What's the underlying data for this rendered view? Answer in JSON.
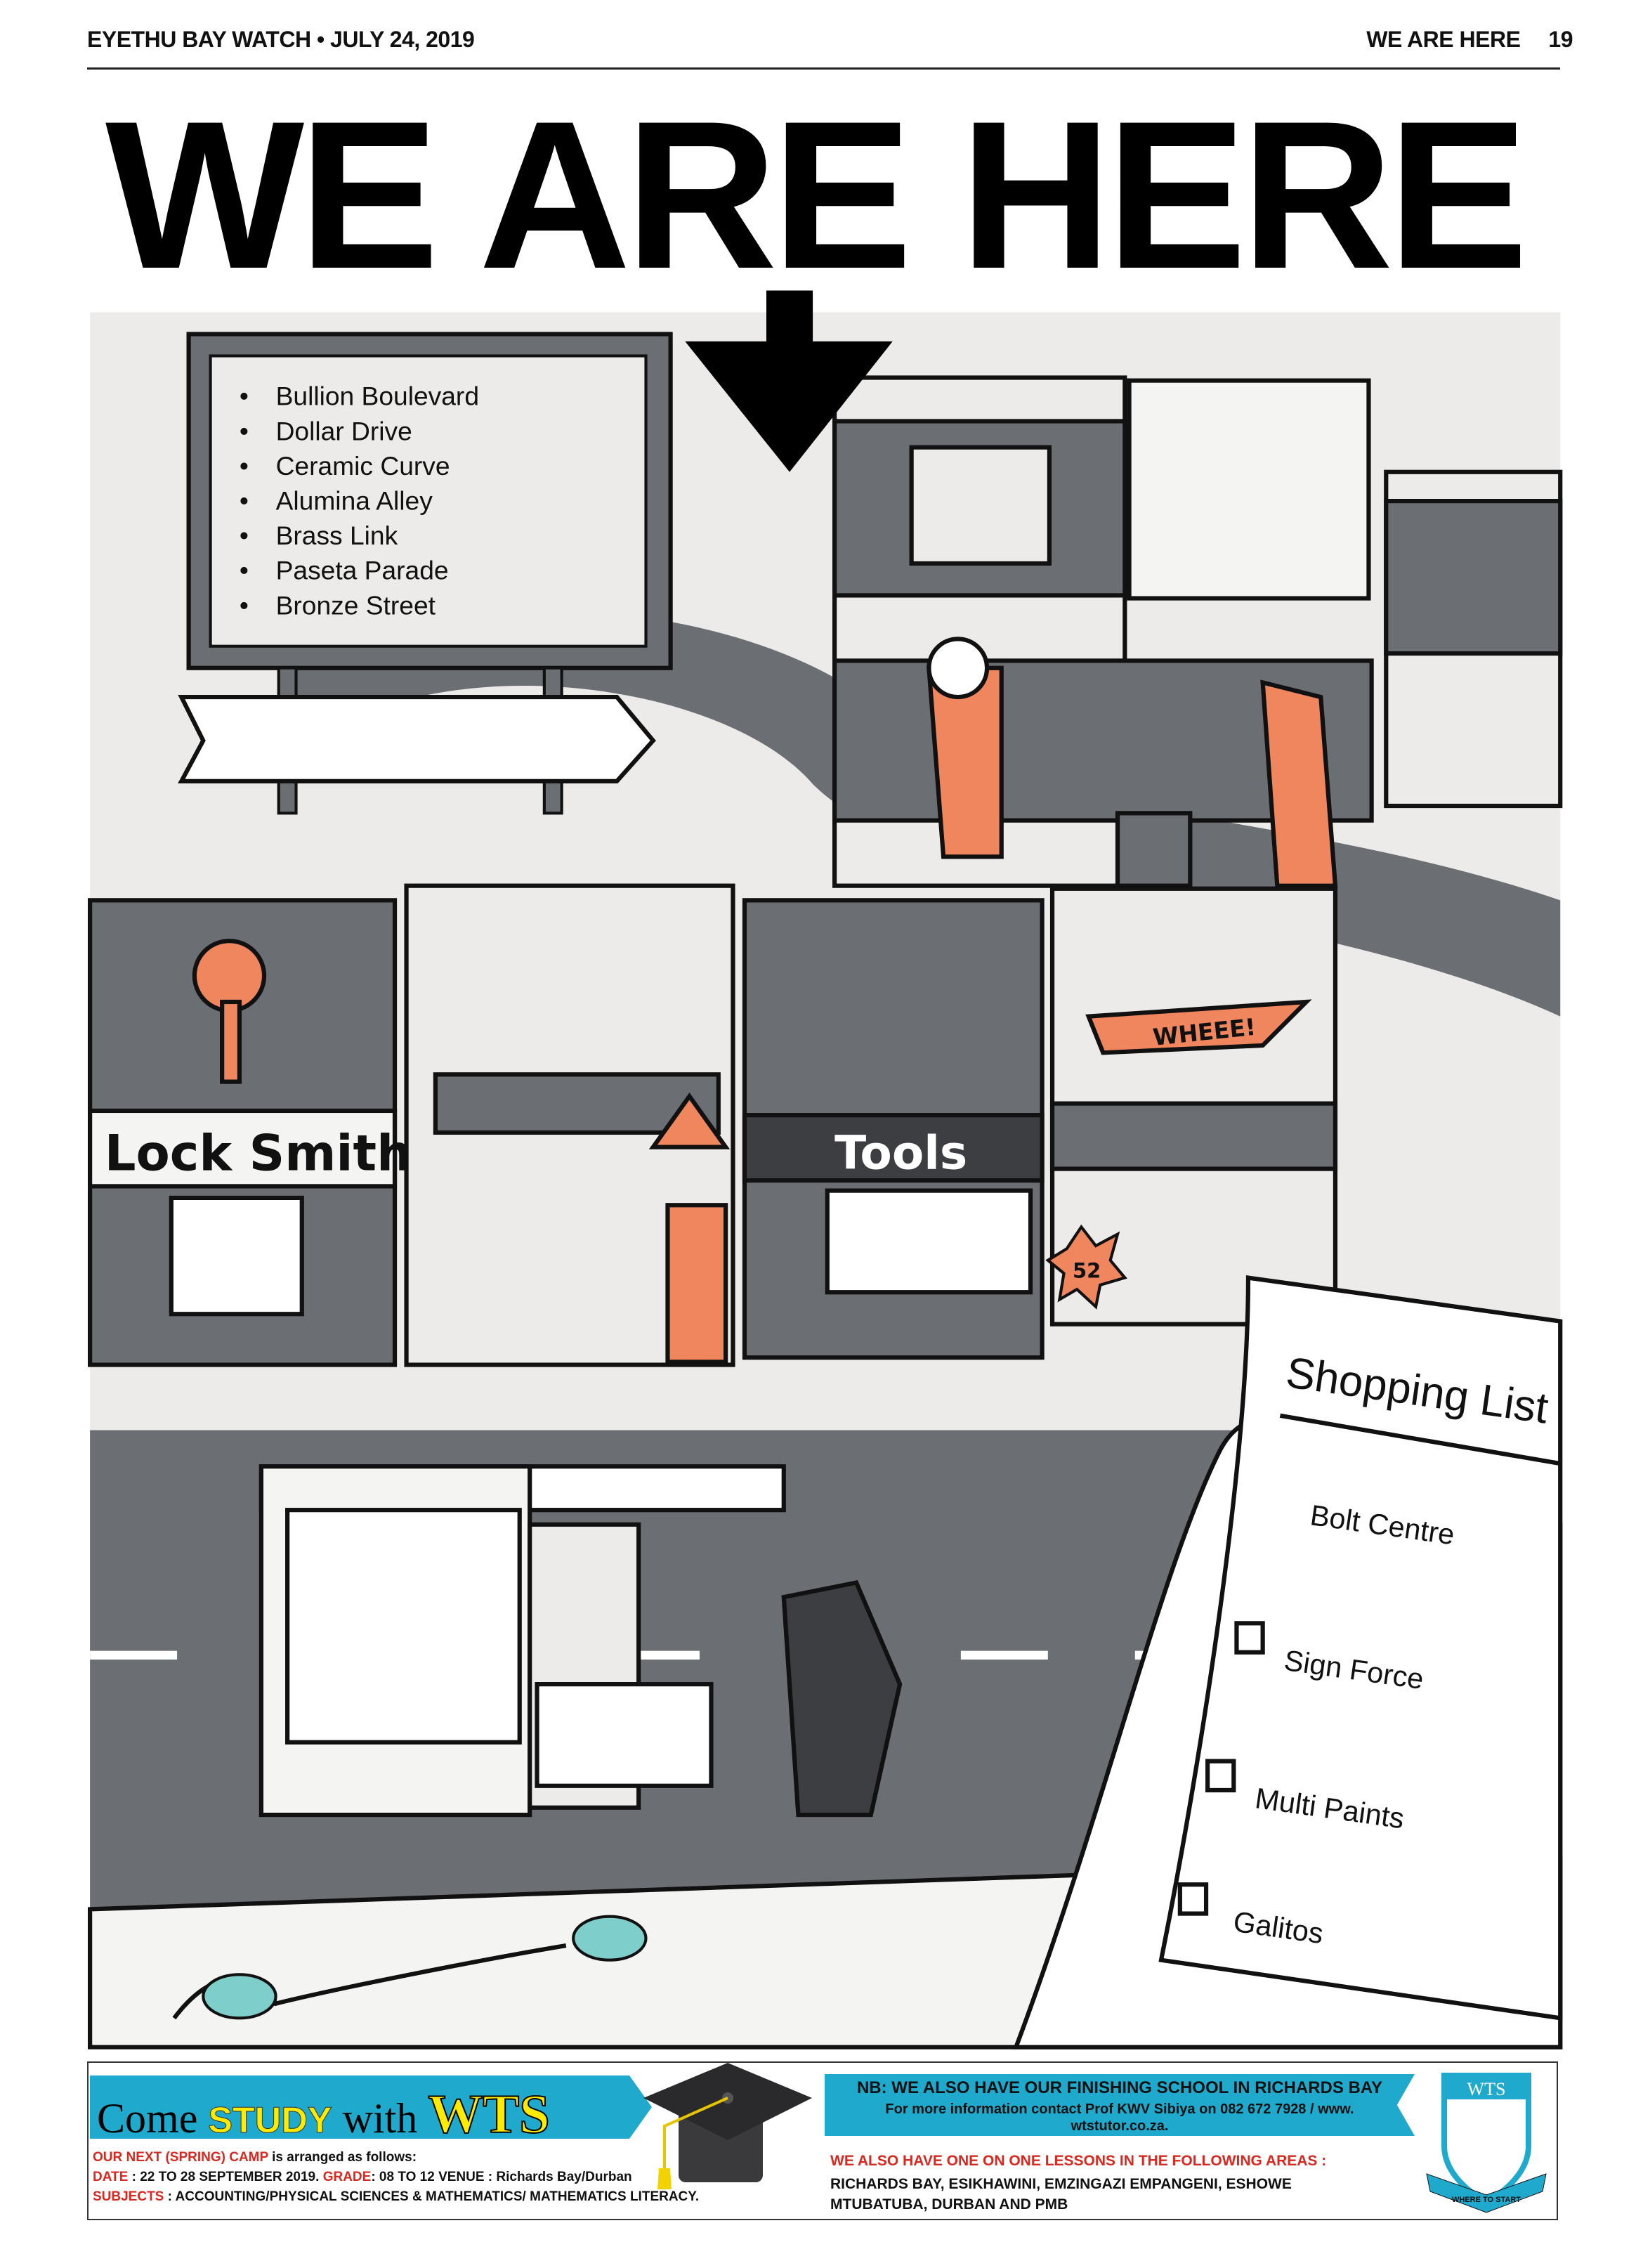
{
  "header": {
    "publication": "EYETHU BAY WATCH • JULY 24, 2019",
    "section": "WE ARE HERE",
    "page_number": "19"
  },
  "title": "WE ARE HERE",
  "billboard": {
    "streets": [
      "Bullion Boulevard",
      "Dollar Drive",
      "Ceramic Curve",
      "Alumina Alley",
      "Brass Link",
      "Paseta Parade",
      "Bronze Street"
    ]
  },
  "shops": {
    "locksmith": "Lock Smith",
    "tools": "Tools",
    "rocket": "WHEEE!",
    "starburst": "52"
  },
  "shopping_list": {
    "title": "Shopping List",
    "items": [
      "Bolt Centre",
      "Sign Force",
      "Multi Paints",
      "Galitos"
    ]
  },
  "ad": {
    "come": "Come",
    "study": "STUDY",
    "with": "with",
    "brand": "WTS",
    "camp_highlight": "OUR NEXT (SPRING) CAMP",
    "camp_rest": " is arranged as follows:",
    "date_label": "DATE",
    "date_value": " : 22 TO 28 SEPTEMBER 2019. ",
    "grade_label": "GRADE",
    "grade_value": ": 08 TO 12 VENUE : Richards Bay/Durban",
    "subjects_label": "SUBJECTS",
    "subjects_value": " : ACCOUNTING/PHYSICAL SCIENCES & MATHEMATICS/ MATHEMATICS LITERACY.",
    "nb": "NB: WE ALSO HAVE OUR  FINISHING SCHOOL IN RICHARDS BAY",
    "contact": "For more information contact Prof KWV Sibiya on 082 672 7928 / www. wtstutor.co.za.",
    "areas_title": "WE ALSO HAVE ONE ON ONE LESSONS IN THE FOLLOWING AREAS :",
    "areas": "RICHARDS BAY, ESIKHAWINI, EMZINGAZI EMPANGENI, ESHOWE MTUBATUBA, DURBAN AND PMB",
    "logo_text": "WTS",
    "logo_motto": "WHERE TO START"
  },
  "colors": {
    "accent_cyan": "#1fa9cc",
    "accent_yellow": "#ffeb00",
    "accent_red": "#d8281f",
    "illustration_gray": "#6b6e72",
    "illustration_orange": "#f0865d"
  }
}
